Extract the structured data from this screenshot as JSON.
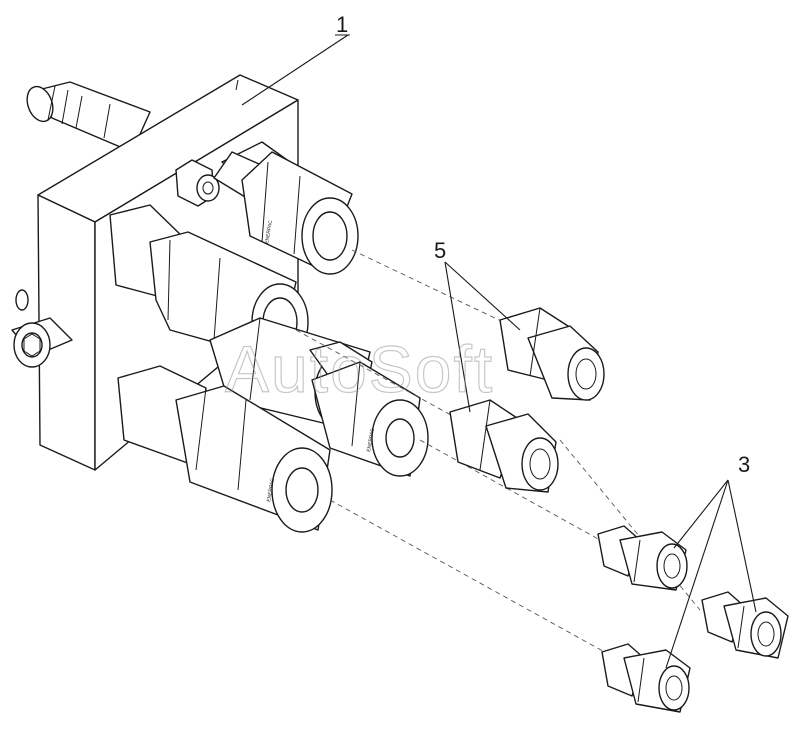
{
  "callouts": {
    "c1": "1",
    "c5": "5",
    "c3": "3"
  },
  "watermark": "AutoSoft"
}
